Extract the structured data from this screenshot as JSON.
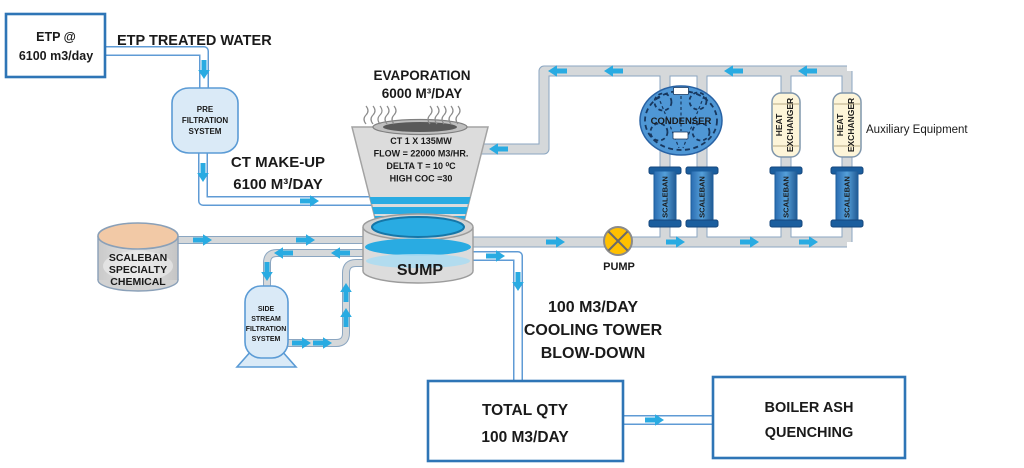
{
  "colors": {
    "accent_blue": "#2e75b6",
    "flow_arrow_blue": "#29abe2",
    "water_blue": "#29abe2",
    "condenser_fill": "#4f97d5",
    "heat_exchanger_fill": "#fdf5d9",
    "scaleban_device_blue": "#2e75b6",
    "pump_yellow": "#ffc000",
    "drum_top_peach": "#f2c9a6",
    "pipe_grey": "#d5d8da"
  },
  "etp_box": {
    "line1": "ETP @",
    "line2": "6100 m3/day"
  },
  "labels": {
    "etp_treated_water": "ETP TREATED WATER",
    "evaporation_l1": "EVAPORATION",
    "evaporation_l2": "6000 M³/DAY",
    "ct_makeup_l1": "CT MAKE-UP",
    "ct_makeup_l2": "6100 M³/DAY",
    "blowdown_l1": "100 M3/DAY",
    "blowdown_l2": "COOLING TOWER",
    "blowdown_l3": "BLOW-DOWN",
    "auxiliary_equipment": "Auxiliary Equipment",
    "pump": "PUMP",
    "sump": "SUMP"
  },
  "cooling_tower": {
    "line1": "CT 1 X 135MW",
    "line2": "FLOW = 22000 M3/HR.",
    "line3": "DELTA T = 10 ⁰C",
    "line4": "HIGH COC =30"
  },
  "pre_filtration": {
    "line1": "PRE",
    "line2": "FILTRATION",
    "line3": "SYSTEM"
  },
  "side_stream_filtration": {
    "line1": "SIDE",
    "line2": "STREAM",
    "line3": "FILTRATION",
    "line4": "SYSTEM"
  },
  "chemical_drum": {
    "line1": "SCALEBAN",
    "line2": "SPECIALTY",
    "line3": "CHEMICAL"
  },
  "condenser": {
    "label": "CONDENSER"
  },
  "heat_exchanger": {
    "line1": "HEAT",
    "line2": "EXCHANGER"
  },
  "scaleban_device_label": "SCALEBAN",
  "total_qty_box": {
    "line1": "TOTAL QTY",
    "line2": "100 M3/DAY"
  },
  "boiler_box": {
    "line1": "BOILER ASH",
    "line2": "QUENCHING"
  }
}
